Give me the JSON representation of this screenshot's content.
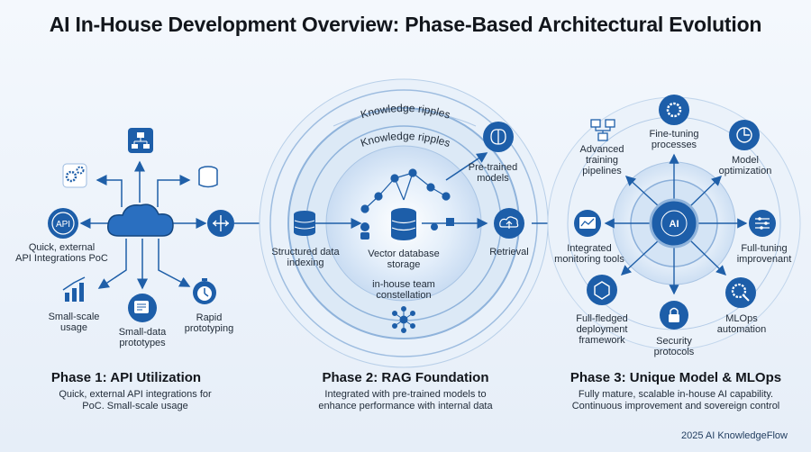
{
  "title": "AI In-House Development Overview: Phase-Based Architectural Evolution",
  "phase1": {
    "title": "Phase 1: API Utilization",
    "desc_line1": "Quick, external API integrations for",
    "desc_line2": "PoC. Small-scale usage",
    "labels": {
      "api_line1": "Quick, external",
      "api_line2": "API Integrations PoC",
      "small_line1": "Small-scale",
      "small_line2": "usage",
      "proto_line1": "Small-data",
      "proto_line2": "prototypes",
      "rapid_line1": "Rapid",
      "rapid_line2": "prototyping",
      "api_badge": "API"
    }
  },
  "phase2": {
    "title": "Phase 2: RAG Foundation",
    "desc_line1": "Integrated with pre-trained models to",
    "desc_line2": "enhance performance with internal data",
    "labels": {
      "ripple_outer": "Knowledge ripples",
      "ripple_inner": "Knowledge ripples",
      "structured_line1": "Structured data",
      "structured_line2": "indexing",
      "vector_line1": "Vector database",
      "vector_line2": "storage",
      "team_line1": "in-house team",
      "team_line2": "constellation",
      "pretrained_line1": "Pre-trained",
      "pretrained_line2": "models",
      "retrieval": "Retrieval"
    }
  },
  "phase3": {
    "title": "Phase 3: Unique Model & MLOps",
    "desc_line1": "Fully mature, scalable in-house AI capability.",
    "desc_line2": "Continuous improvement and sovereign control",
    "labels": {
      "hub": "AI",
      "finetuning_line1": "Fine-tuning",
      "finetuning_line2": "processes",
      "advanced_line1": "Advanced",
      "advanced_line2": "training",
      "advanced_line3": "pipelines",
      "model_line1": "Model",
      "model_line2": "optimization",
      "monitor_line1": "Integrated",
      "monitor_line2": "monitoring tools",
      "full_line1": "Full-tuning",
      "full_line2": "improvenant",
      "deploy_line1": "Full-fledged",
      "deploy_line2": "deployment",
      "deploy_line3": "framework",
      "security_line1": "Security",
      "security_line2": "protocols",
      "mlops_line1": "MLOps",
      "mlops_line2": "automation"
    }
  },
  "footer": "2025 AI KnowledgeFlow",
  "colors": {
    "primary": "#1f5fa8",
    "light": "#d6e6f7",
    "dark": "#0f3a6e",
    "icon_bg": "#1d5ea9"
  }
}
